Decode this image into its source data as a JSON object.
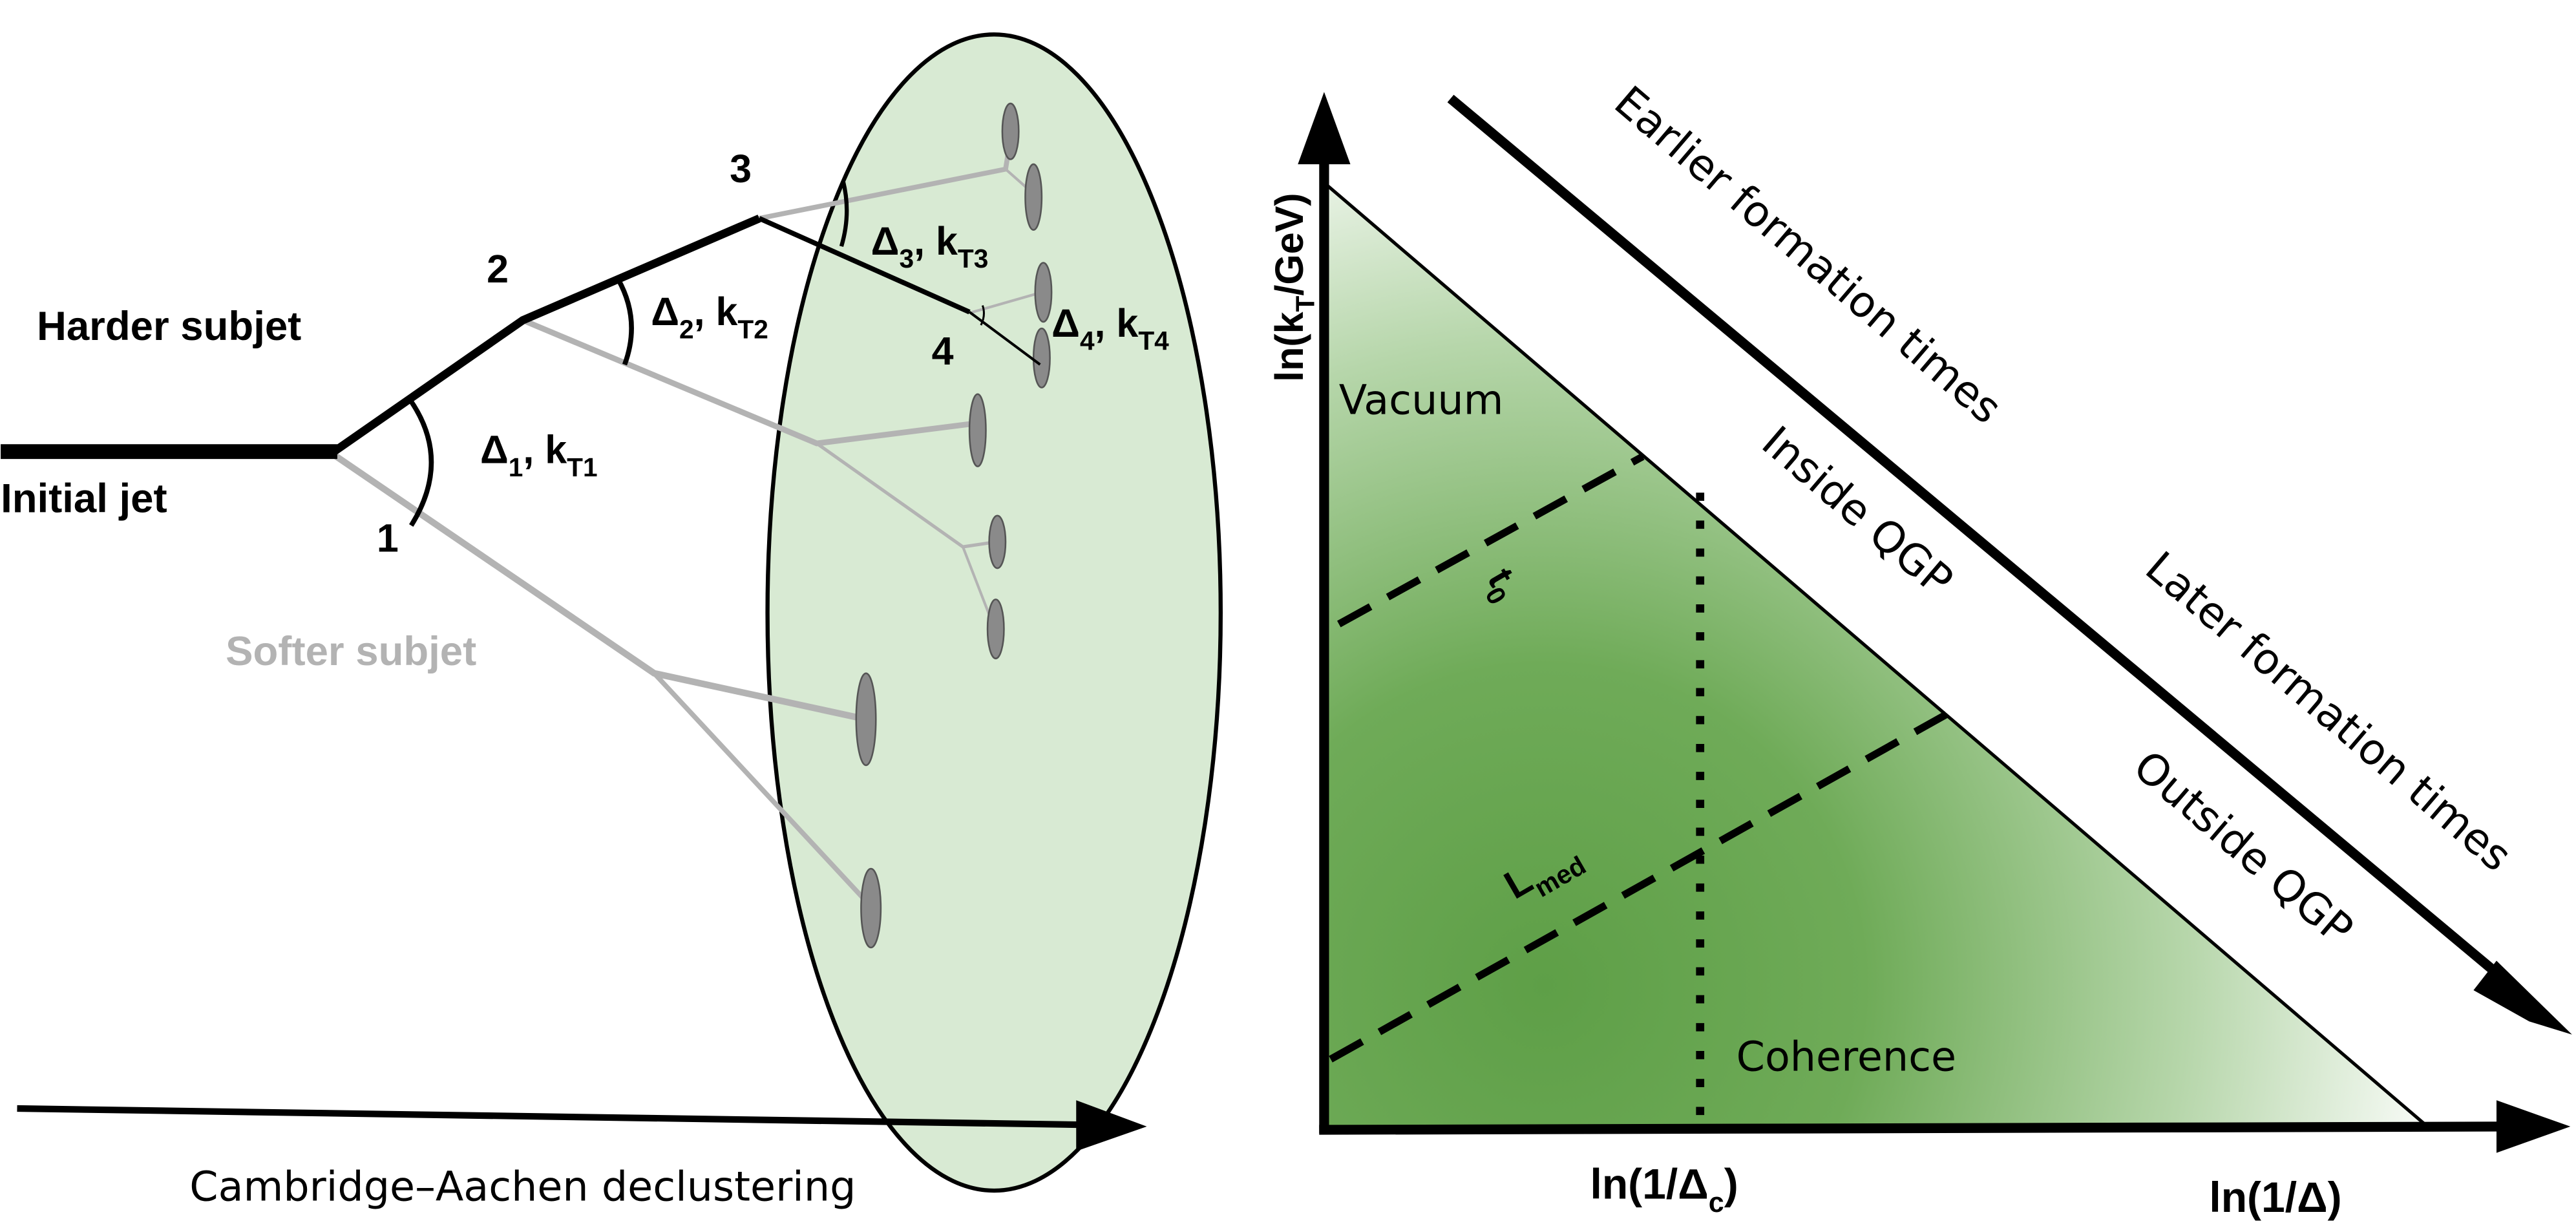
{
  "left_panel": {
    "initial_jet": "Initial jet",
    "harder_subjet": "Harder subjet",
    "softer_subjet": "Softer subjet",
    "splittings": [
      {
        "index": "1",
        "delta": "Δ",
        "delta_sub": "1",
        "sep": ", k",
        "kt_sub": "T1"
      },
      {
        "index": "2",
        "delta": "Δ",
        "delta_sub": "2",
        "sep": ", k",
        "kt_sub": "T2"
      },
      {
        "index": "3",
        "delta": "Δ",
        "delta_sub": "3",
        "sep": ", k",
        "kt_sub": "T3"
      },
      {
        "index": "4",
        "delta": "Δ",
        "delta_sub": "4",
        "sep": ", k",
        "kt_sub": "T4"
      }
    ],
    "axis_label": "Cambridge–Aachen declustering"
  },
  "right_panel": {
    "y_axis": {
      "main": "ln(k",
      "sub": "T",
      "rest": "/GeV)"
    },
    "x_axis": "ln(1/Δ)",
    "x_tick": {
      "main": "ln(1/Δ",
      "sub": "c",
      "rest": ")"
    },
    "regions": {
      "vacuum": "Vacuum",
      "coherence": "Coherence",
      "inside": "Inside QGP",
      "outside": "Outside QGP"
    },
    "lines": {
      "t0": {
        "main": "t",
        "sub": "0"
      },
      "lmed": {
        "main": "L",
        "sub": "med"
      }
    },
    "arrow_labels": {
      "earlier": "Earlier formation times",
      "later": "Later formation times"
    }
  },
  "colors": {
    "medium_fill": "#d8ead3",
    "green_dark": "#5e9f47",
    "subjet_gray": "#b3b3b3",
    "particle_gray": "#8a8a8a"
  }
}
